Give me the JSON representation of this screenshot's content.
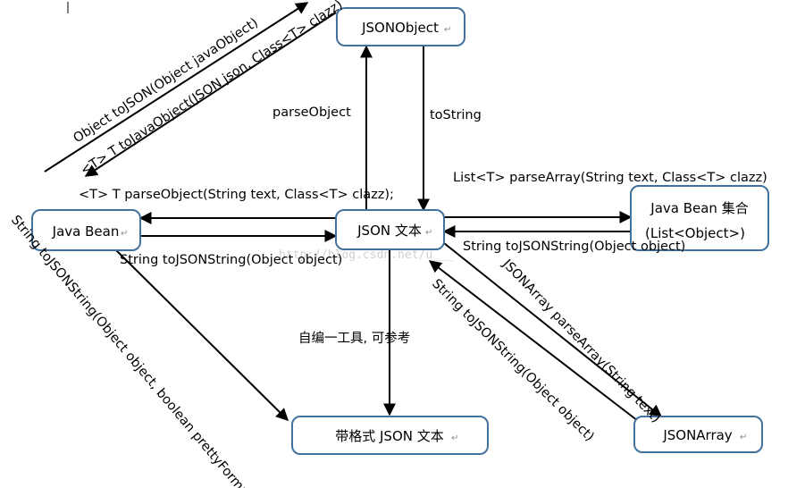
{
  "nodes": {
    "jsonobject": "JSONObject",
    "java_bean": "Java Bean",
    "json_text": "JSON 文本",
    "bean_collection_line1": "Java Bean 集合",
    "bean_collection_line2": "(List<Object>)",
    "formatted_json_text": "带格式 JSON 文本",
    "jsonarray": "JSONArray"
  },
  "edges": {
    "to_json": "Object toJSON(Object javaObject)",
    "to_java_object": "<T> T toJavaObject(JSON json, Class<T> clazz)",
    "parse_object_generic": "<T> T parseObject(String text, Class<T> clazz);",
    "parse_object": "parseObject",
    "to_string": "toString",
    "parse_array_generic": "List<T> parseArray(String text, Class<T> clazz)",
    "to_json_string_bean": "String toJSONString(Object object)",
    "to_json_string_collection": "String toJSONString(Object object)",
    "to_json_string_pretty": "String toJSONString(Object object, boolean prettyFormat)",
    "custom_tool": "自编一工具, 可参考",
    "jsonarray_parse_array": "JSONArray parseArray(String text)",
    "to_json_string_array": "String toJSONString(Object object)"
  },
  "watermark": "http://blog.csdn.net/u___"
}
